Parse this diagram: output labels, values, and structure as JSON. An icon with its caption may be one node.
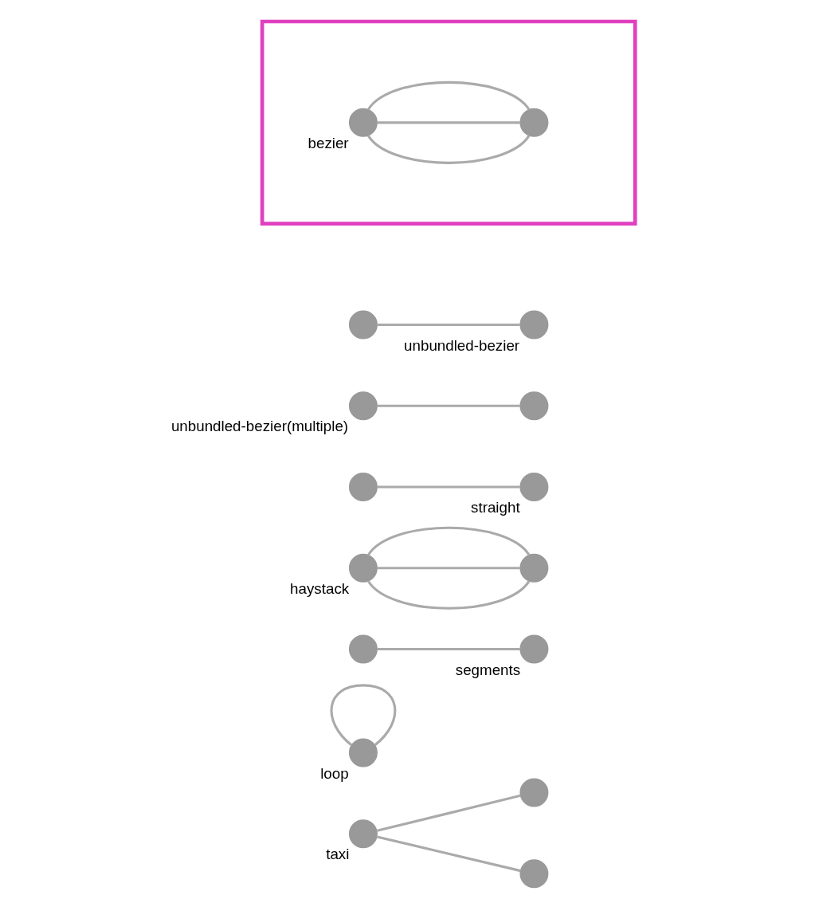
{
  "diagram": {
    "nodes": [
      {
        "text": [],
        "shape": "box"
      },
      {
        "text": [],
        "shape": "circle",
        "beside": [
          "bezier"
        ],
        "in": 0
      },
      {
        "text": [],
        "shape": "circle",
        "in": 0
      },
      {
        "text": [],
        "shape": "circle"
      },
      {
        "text": [],
        "shape": "circle",
        "beside": [
          "unbundled-bezier"
        ]
      },
      {
        "text": [],
        "shape": "circle",
        "beside": [
          "unbundled-bezier(multiple)"
        ]
      },
      {
        "text": [],
        "shape": "circle"
      },
      {
        "text": [],
        "shape": "circle"
      },
      {
        "text": [],
        "shape": "circle",
        "beside": [
          "straight"
        ]
      },
      {
        "text": [],
        "shape": "circle",
        "beside": [
          "haystack"
        ]
      },
      {
        "text": [],
        "shape": "circle"
      },
      {
        "text": [],
        "shape": "circle"
      },
      {
        "text": [],
        "shape": "circle",
        "beside": [
          "segments"
        ]
      },
      {
        "text": [],
        "shape": "circle",
        "beside": [
          "taxi"
        ]
      },
      {
        "text": [],
        "shape": "circle",
        "beside": [
          "loop"
        ]
      },
      {
        "text": [],
        "shape": "circle"
      },
      {
        "text": [],
        "shape": "circle"
      }
    ],
    "edges": [
      {
        "from": 1,
        "to": 2,
        "arrow": "none"
      },
      {
        "from": 1,
        "to": 2,
        "arrow": "none"
      },
      {
        "from": 1,
        "to": 2,
        "arrow": "none"
      },
      {
        "from": 3,
        "to": 4,
        "arrow": "none"
      },
      {
        "from": 5,
        "to": 6,
        "arrow": "none"
      },
      {
        "from": 7,
        "to": 8,
        "arrow": "none"
      },
      {
        "from": 9,
        "to": 10,
        "arrow": "none"
      },
      {
        "from": 9,
        "to": 10,
        "arrow": "none"
      },
      {
        "from": 9,
        "to": 10,
        "arrow": "none"
      },
      {
        "from": 11,
        "to": 12,
        "arrow": "none"
      },
      {
        "from": 13,
        "to": 15,
        "arrow": "none"
      },
      {
        "from": 13,
        "to": 16,
        "arrow": "none"
      },
      {
        "from": 14,
        "to": 14,
        "arrow": "none"
      }
    ]
  }
}
